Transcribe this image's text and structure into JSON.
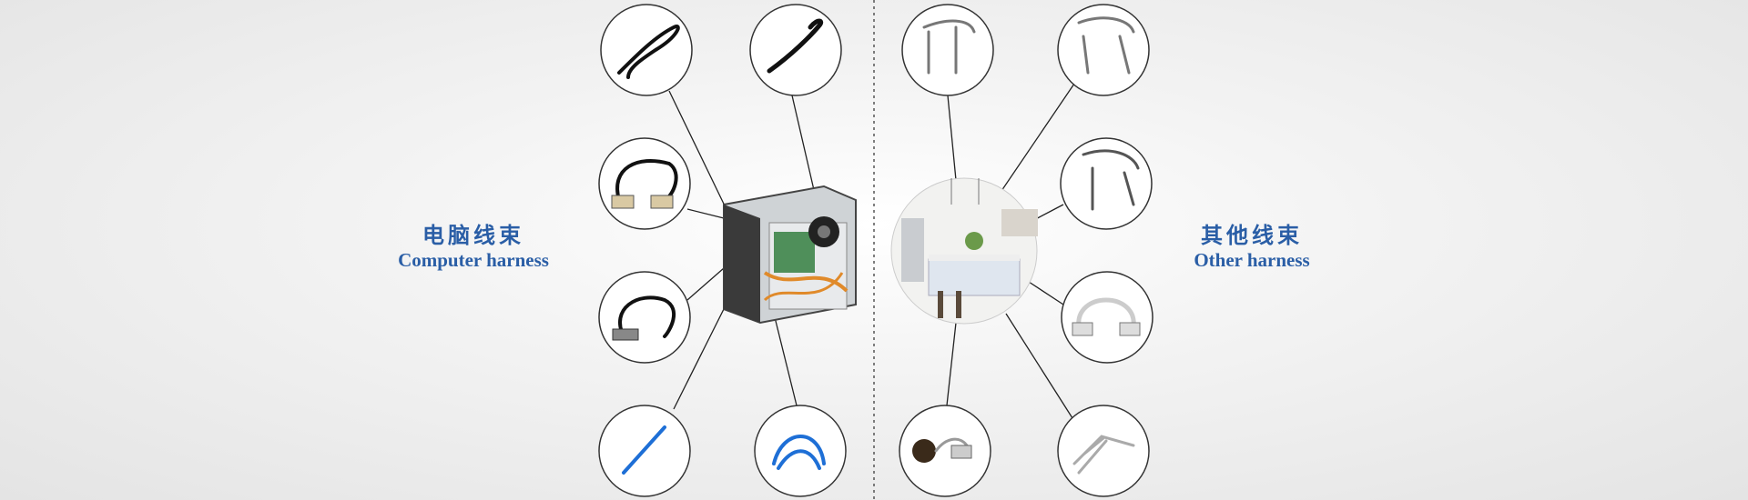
{
  "left_category": {
    "title_zh": "电脑线束",
    "title_en": "Computer harness"
  },
  "right_category": {
    "title_zh": "其他线束",
    "title_en": "Other harness"
  },
  "colors": {
    "label": "#2a5ea6",
    "cable_blue": "#1e6fd6",
    "circle_stroke": "#333333"
  }
}
